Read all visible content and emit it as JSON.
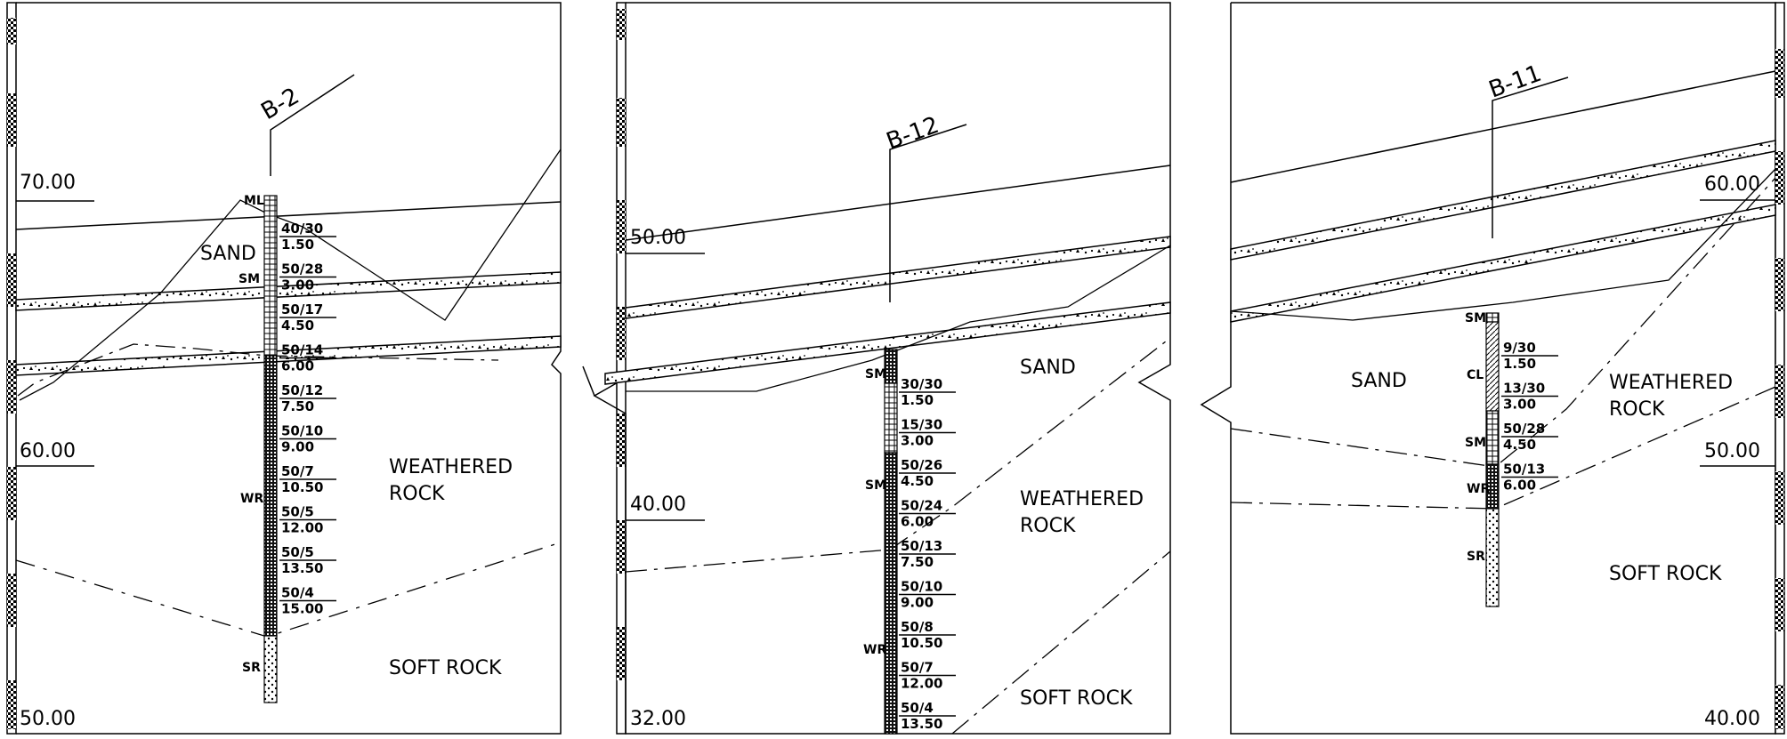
{
  "panels": [
    {
      "borehole": "B-2",
      "elevations": [
        "70.00",
        "60.00",
        "50.00"
      ],
      "strata": [
        "SAND",
        "WEATHERED",
        "ROCK",
        "SOFT ROCK"
      ],
      "soil_codes": [
        "ML",
        "SM",
        "WR",
        "SR"
      ],
      "spt": [
        {
          "n": "40/30",
          "d": "1.50"
        },
        {
          "n": "50/28",
          "d": "3.00"
        },
        {
          "n": "50/17",
          "d": "4.50"
        },
        {
          "n": "50/14",
          "d": "6.00"
        },
        {
          "n": "50/12",
          "d": "7.50"
        },
        {
          "n": "50/10",
          "d": "9.00"
        },
        {
          "n": "50/7",
          "d": "10.50"
        },
        {
          "n": "50/5",
          "d": "12.00"
        },
        {
          "n": "50/5",
          "d": "13.50"
        },
        {
          "n": "50/4",
          "d": "15.00"
        }
      ]
    },
    {
      "borehole": "B-12",
      "elevations": [
        "50.00",
        "40.00",
        "32.00"
      ],
      "strata": [
        "SAND",
        "WEATHERED",
        "ROCK",
        "SOFT ROCK"
      ],
      "soil_codes": [
        "SM",
        "SM",
        "WR"
      ],
      "spt": [
        {
          "n": "30/30",
          "d": "1.50"
        },
        {
          "n": "15/30",
          "d": "3.00"
        },
        {
          "n": "50/26",
          "d": "4.50"
        },
        {
          "n": "50/24",
          "d": "6.00"
        },
        {
          "n": "50/13",
          "d": "7.50"
        },
        {
          "n": "50/10",
          "d": "9.00"
        },
        {
          "n": "50/8",
          "d": "10.50"
        },
        {
          "n": "50/7",
          "d": "12.00"
        },
        {
          "n": "50/4",
          "d": "13.50"
        }
      ]
    },
    {
      "borehole": "B-11",
      "elevations": [
        "60.00",
        "50.00",
        "40.00"
      ],
      "strata": [
        "SAND",
        "WEATHERED",
        "ROCK",
        "SOFT ROCK"
      ],
      "soil_codes": [
        "SM",
        "CL",
        "SM",
        "WR",
        "SR"
      ],
      "spt": [
        {
          "n": "9/30",
          "d": "1.50"
        },
        {
          "n": "13/30",
          "d": "3.00"
        },
        {
          "n": "50/28",
          "d": "4.50"
        },
        {
          "n": "50/13",
          "d": "6.00"
        }
      ]
    }
  ]
}
